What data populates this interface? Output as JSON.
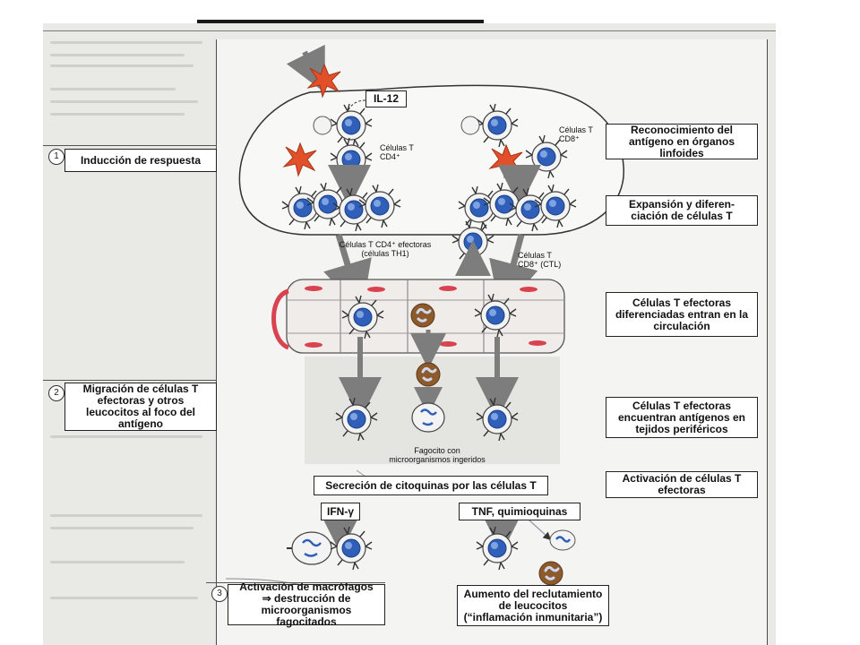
{
  "steps": [
    {
      "number": "1",
      "label": "Inducción de respuesta"
    },
    {
      "number": "2",
      "label": "Migración de células T efectoras y otros leucocitos al foco del antígeno"
    },
    {
      "number": "3",
      "label": "Activación de macrófagos ⇒ destrucción de microorganismos fagocitados"
    }
  ],
  "right_boxes": [
    "Reconocimiento del antígeno en órganos linfoides",
    "Expansión y diferen- ciación de células T",
    "Células T efectoras diferenciadas entran en la circulación",
    "Células T efectoras encuentran antígenos en tejidos periféricos",
    "Activación de células T efectoras"
  ],
  "center_boxes": {
    "il12": "IL-12",
    "secretion": "Secreción de citoquinas por las células T",
    "ifn": "IFN-γ",
    "tnf": "TNF, quimioquinas",
    "recruitment": "Aumento del reclutamiento de leucocitos (“inflamación inmunitaria”)"
  },
  "cell_labels": {
    "cd4": "Células T CD4⁺",
    "cd8": "Células T CD8⁺",
    "cd4_effector": "Células T CD4⁺ efectoras (células TH1)",
    "cd8_effector": "Células T CD8⁺ (CTL)",
    "phagocyte": "Fagocito con microorganismos ingeridos"
  },
  "colors": {
    "t_cell_nucleus": "#2f5fb8",
    "dendritic_cell": "#e2502a",
    "neutrophil": "#8c5a2b",
    "vessel": "#d9434f",
    "arrow": "#8a8a8a"
  }
}
